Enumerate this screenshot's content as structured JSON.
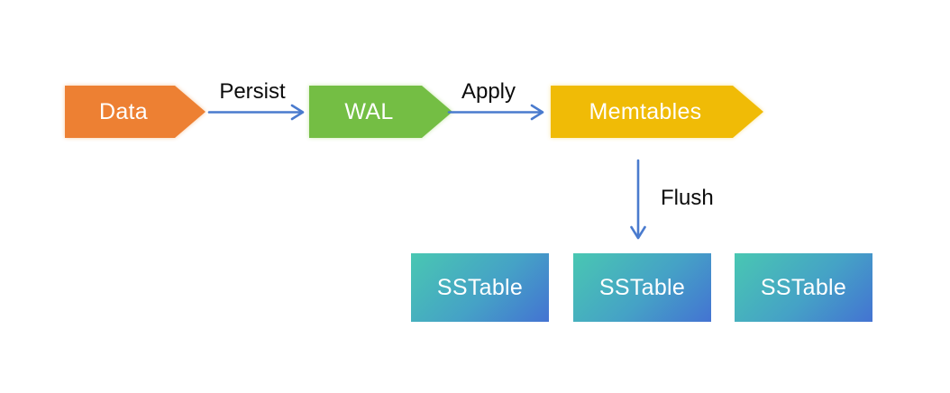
{
  "diagram": {
    "nodes": {
      "data": {
        "label": "Data",
        "shape": "pentagon-right",
        "fill": "#ed8033"
      },
      "wal": {
        "label": "WAL",
        "shape": "pentagon-right",
        "fill": "#74be44"
      },
      "memtables": {
        "label": "Memtables",
        "shape": "pentagon-right",
        "fill": "#f0bb06"
      }
    },
    "sstables": [
      {
        "label": "SSTable"
      },
      {
        "label": "SSTable"
      },
      {
        "label": "SSTable"
      }
    ],
    "edges": {
      "persist": {
        "label": "Persist",
        "from": "data",
        "to": "wal",
        "direction": "right"
      },
      "apply": {
        "label": "Apply",
        "from": "wal",
        "to": "memtables",
        "direction": "right"
      },
      "flush": {
        "label": "Flush",
        "from": "memtables",
        "to": "sstables",
        "direction": "down"
      }
    },
    "colors": {
      "arrow": "#4a7bce",
      "node_text": "#ffffff",
      "edge_label_text": "#0b0b0b",
      "sstable_gradient_start": "#49c7b2",
      "sstable_gradient_end": "#4473d2",
      "background": "#ffffff"
    }
  }
}
